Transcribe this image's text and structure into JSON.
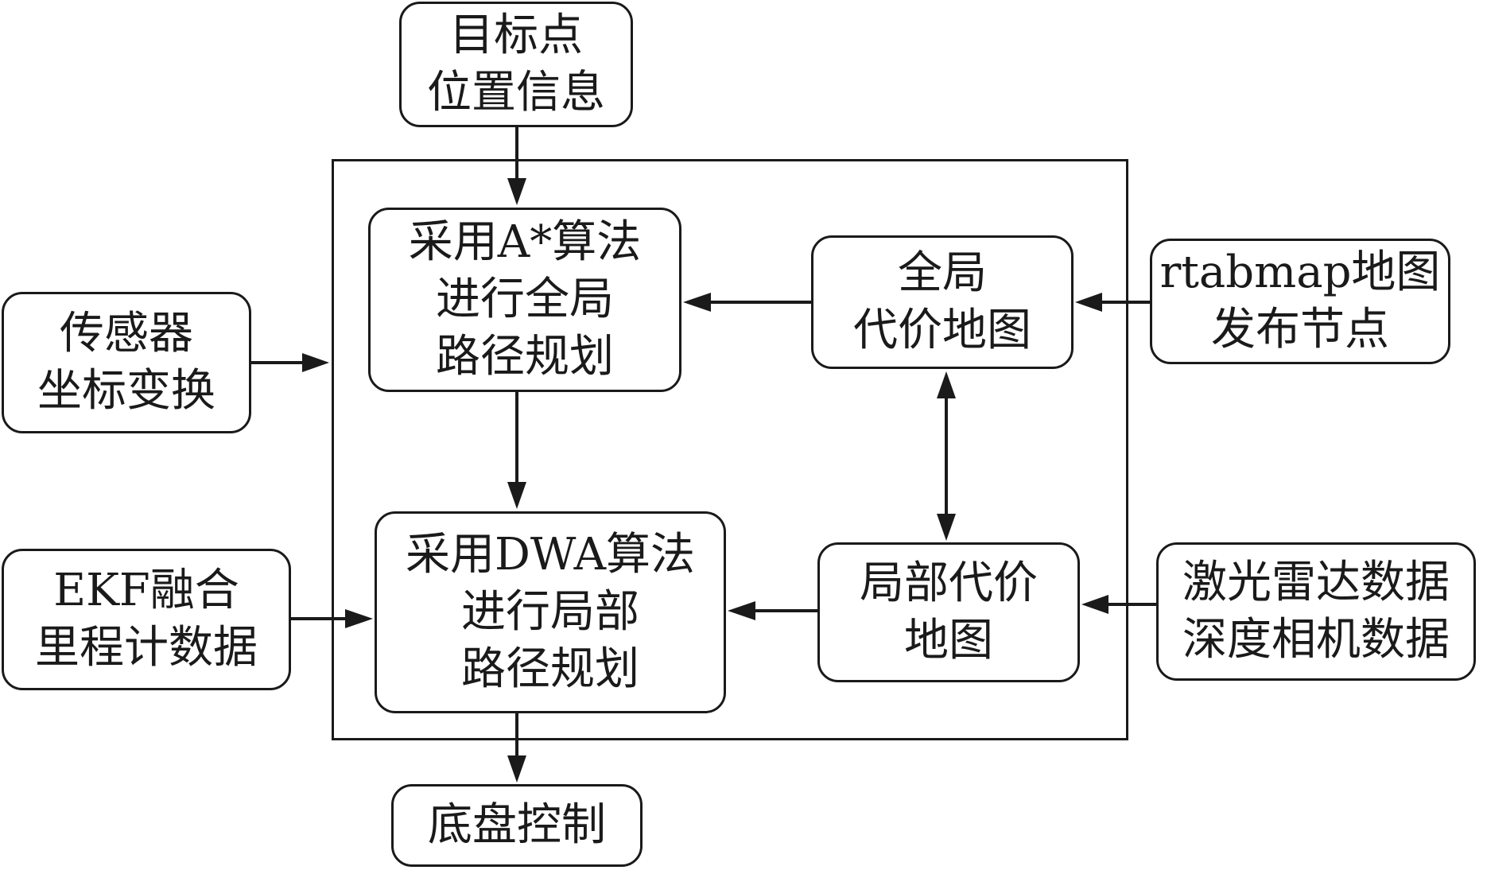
{
  "nodes": {
    "target": {
      "lines": [
        "目标点",
        "位置信息"
      ]
    },
    "global_plan": {
      "lines": [
        "采用A*算法",
        "进行全局",
        "路径规划"
      ]
    },
    "local_plan": {
      "lines": [
        "采用DWA算法",
        "进行局部",
        "路径规划"
      ]
    },
    "global_costmap": {
      "lines": [
        "全局",
        "代价地图"
      ]
    },
    "local_costmap": {
      "lines": [
        "局部代价",
        "地图"
      ]
    },
    "sensor_tf": {
      "lines": [
        "传感器",
        "坐标变换"
      ]
    },
    "ekf_odom": {
      "lines": [
        "EKF融合",
        "里程计数据"
      ]
    },
    "rtabmap": {
      "lines": [
        "rtabmap地图",
        "发布节点"
      ]
    },
    "lidar_depth": {
      "lines": [
        "激光雷达数据",
        "深度相机数据"
      ]
    },
    "chassis": {
      "lines": [
        "底盘控制"
      ]
    }
  },
  "edges": [
    {
      "from": "target",
      "to": "global_plan"
    },
    {
      "from": "global_plan",
      "to": "local_plan"
    },
    {
      "from": "local_plan",
      "to": "chassis"
    },
    {
      "from": "global_costmap",
      "to": "global_plan"
    },
    {
      "from": "local_costmap",
      "to": "local_plan"
    },
    {
      "from": "global_costmap",
      "to": "local_costmap",
      "bidirectional": true
    },
    {
      "from": "rtabmap",
      "to": "global_costmap"
    },
    {
      "from": "lidar_depth",
      "to": "local_costmap"
    },
    {
      "from": "sensor_tf",
      "to": "navigation-frame"
    },
    {
      "from": "ekf_odom",
      "to": "local_plan"
    }
  ]
}
